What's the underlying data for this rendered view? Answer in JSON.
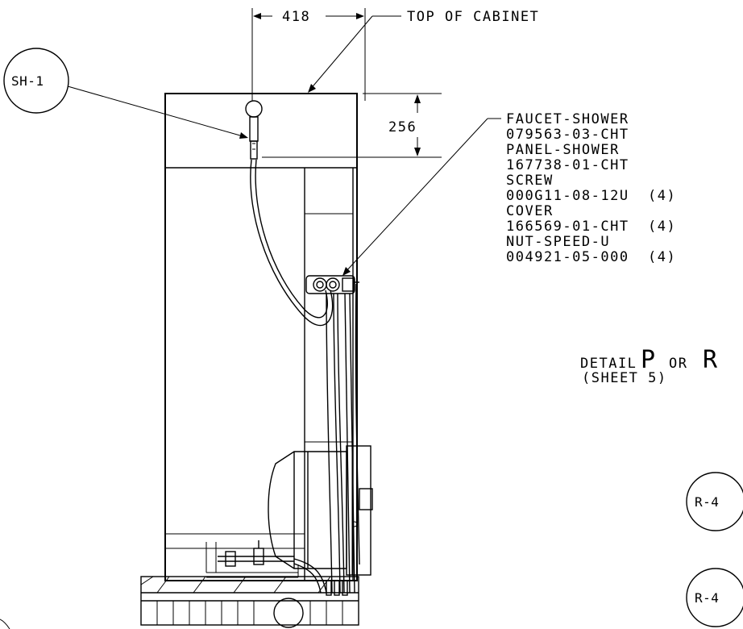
{
  "dimensions": {
    "width_label": "418",
    "height_label": "256"
  },
  "labels": {
    "top_of_cabinet": "TOP OF CABINET",
    "callout_sh": "SH-1",
    "callout_r4_a": "R-4",
    "callout_r4_b": "R-4"
  },
  "parts_list": [
    {
      "line": "FAUCET-SHOWER"
    },
    {
      "line": "079563-03-CHT"
    },
    {
      "line": "PANEL-SHOWER"
    },
    {
      "line": "167738-01-CHT"
    },
    {
      "line": "SCREW"
    },
    {
      "line": "000G11-08-12U  (4)"
    },
    {
      "line": "COVER"
    },
    {
      "line": "166569-01-CHT  (4)"
    },
    {
      "line": "NUT-SPEED-U"
    },
    {
      "line": "004921-05-000  (4)"
    }
  ],
  "detail": {
    "title_prefix": "DETAIL",
    "letter": "P",
    "connector": "OR",
    "letter2": "R",
    "sheet_ref": "(SHEET 5)"
  }
}
